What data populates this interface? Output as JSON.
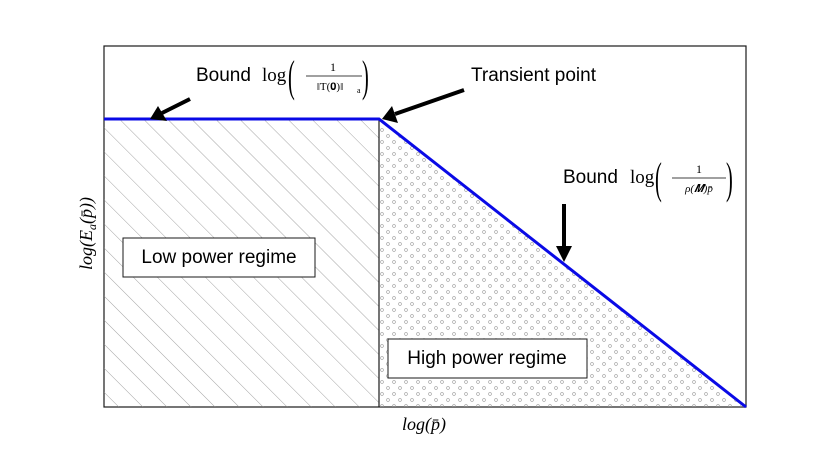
{
  "annotations": {
    "bound_top": {
      "prefix": "Bound",
      "func": "log",
      "numerator": "1",
      "denominator": "‖T(𝟎)‖",
      "denominator_sub": "a"
    },
    "transient": {
      "text": "Transient point"
    },
    "bound_right": {
      "prefix": "Bound",
      "func": "log",
      "numerator": "1",
      "denominator": "ρ(𝑴)p̄"
    }
  },
  "regions": {
    "low": "Low power regime",
    "high": "High power regime"
  },
  "axes": {
    "xlabel": "log(p̄)",
    "ylabel_func": "log(E",
    "ylabel_sub": "a",
    "ylabel_arg": "(p̄))"
  },
  "colors": {
    "curve": "#0a0ae6",
    "frame": "#1a1a1a",
    "hatch": "#8c8c8c",
    "dots": "#9a9a9a"
  }
}
